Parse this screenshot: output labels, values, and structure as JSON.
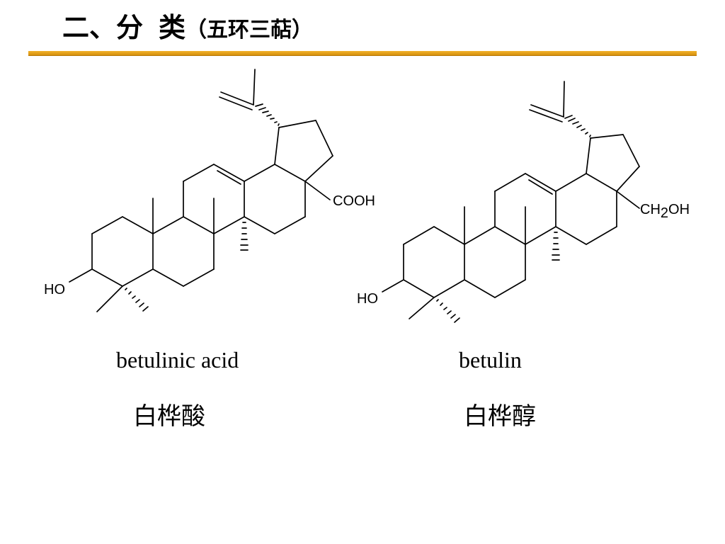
{
  "slide": {
    "title": "二、分",
    "title_second": "类",
    "title_paren": "（五环三萜）",
    "accent_color": "#e9a21c"
  },
  "compounds": [
    {
      "name_en": "betulinic acid",
      "name_cn": "白桦酸",
      "substituent": "COOH",
      "hydroxyl": "HO"
    },
    {
      "name_en": "betulin",
      "name_cn": "白桦醇",
      "substituent_main": "CH",
      "substituent_sub": "2",
      "substituent_tail": "OH",
      "hydroxyl": "HO"
    }
  ]
}
